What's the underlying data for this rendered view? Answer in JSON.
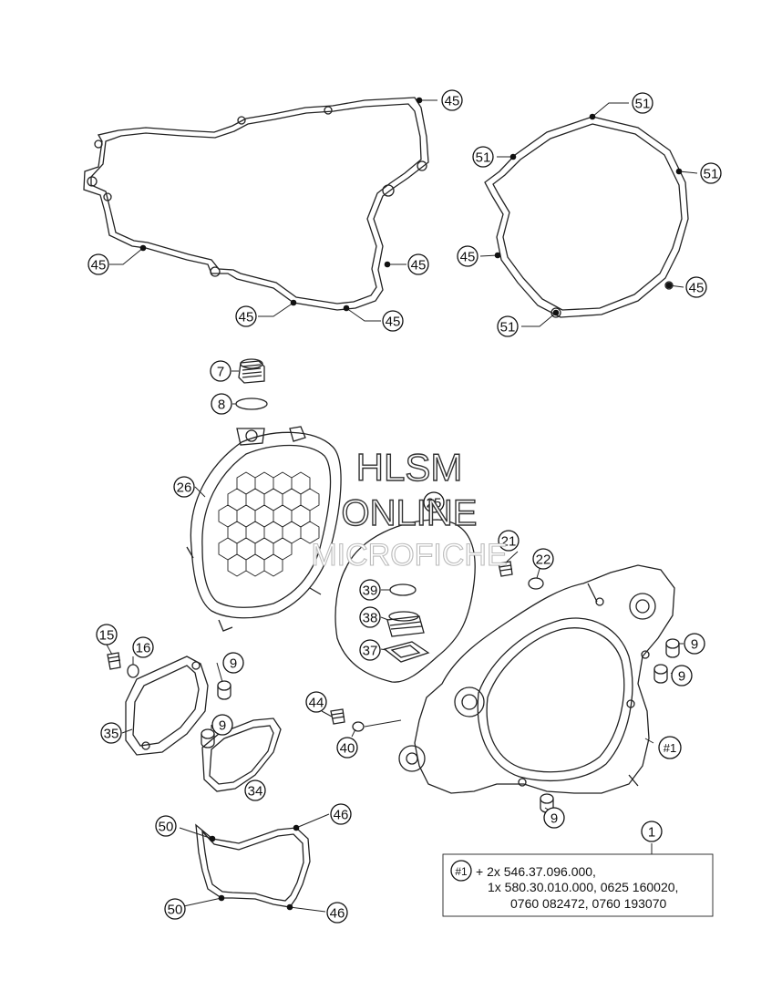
{
  "callouts": {
    "c45a": "45",
    "c45b": "45",
    "c45c": "45",
    "c45d": "45",
    "c45e": "45",
    "c51a": "51",
    "c51b": "51",
    "c51c": "51",
    "c45f": "45",
    "c45g": "45",
    "c51d": "51",
    "c7": "7",
    "c8": "8",
    "c26": "26",
    "c25": "25",
    "c21": "21",
    "c22": "22",
    "c39": "39",
    "c38": "38",
    "c37": "37",
    "c9a": "9",
    "c9b": "9",
    "c9c": "9",
    "c9d": "9",
    "c9e": "9",
    "c15": "15",
    "c16": "16",
    "c35": "35",
    "c34": "34",
    "c44": "44",
    "c40": "40",
    "c1ref": "#1",
    "c50a": "50",
    "c50b": "50",
    "c46a": "46",
    "c46b": "46",
    "c1": "1"
  },
  "note": {
    "ref": "#1",
    "line1": "+ 2x 546.37.096.000,",
    "line2": "1x 580.30.010.000, 0625 160020,",
    "line3": "0760 082472, 0760 193070"
  },
  "watermark": {
    "line1": "HLSM",
    "line2": "ONLINE",
    "line3": "MICROFICHE"
  }
}
